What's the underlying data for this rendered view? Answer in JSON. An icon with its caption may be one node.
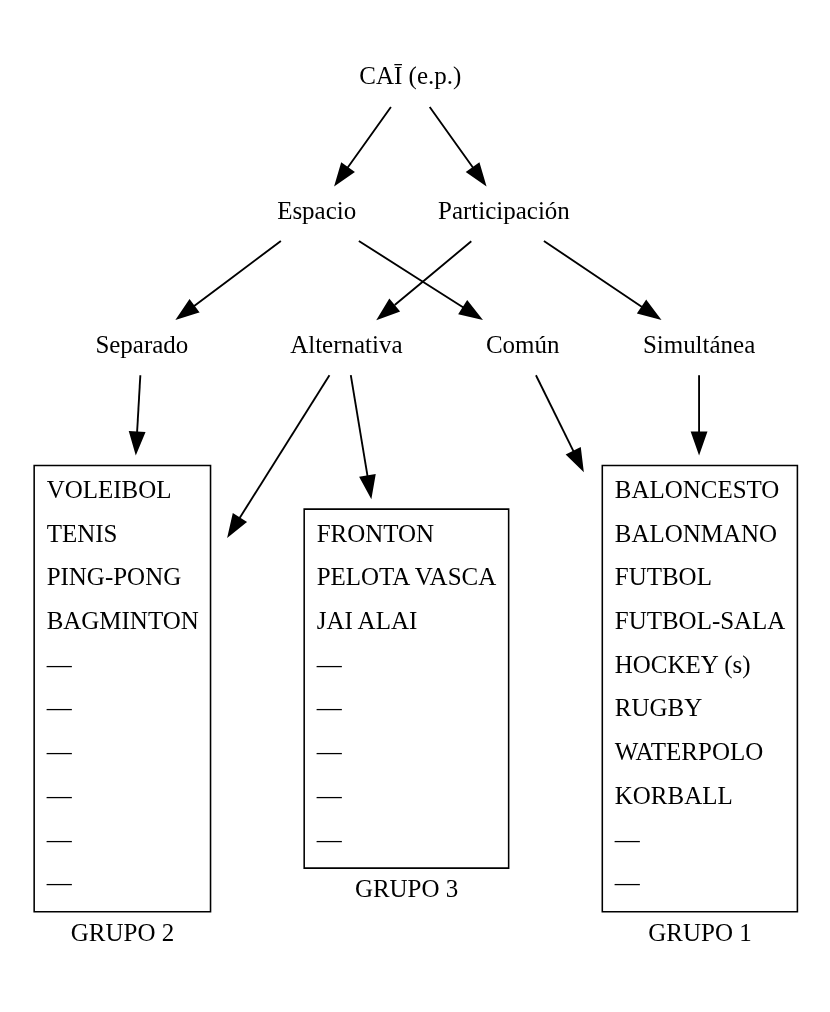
{
  "diagram": {
    "nodes": [
      {
        "text": [
          "CAĪ (e.p.)"
        ]
      },
      {
        "text": [
          "Espacio"
        ]
      },
      {
        "text": [
          "Participación"
        ]
      },
      {
        "text": [
          "Común"
        ]
      },
      {
        "text": [
          "Separado"
        ]
      },
      {
        "text": [
          "Simultánea"
        ]
      },
      {
        "text": [
          "Alternativa"
        ]
      },
      {
        "text": [
          "BALONCESTO",
          "BALONMANO",
          "FUTBOL",
          "FUTBOL-SALA",
          "HOCKEY (s)",
          "RUGBY",
          "WATERPOLO",
          "KORBALL",
          "—",
          "—"
        ],
        "beside": [
          "GRUPO 1"
        ]
      },
      {
        "text": [
          "VOLEIBOL",
          "TENIS",
          "PING-PONG",
          "BAGMINTON",
          "—",
          "—",
          "—",
          "—",
          "—",
          "—"
        ],
        "beside": [
          "GRUPO 2"
        ]
      },
      {
        "text": [
          "FRONTON",
          "PELOTA VASCA",
          "JAI ALAI",
          "—",
          "—",
          "—",
          "—",
          "—"
        ],
        "beside": [
          "GRUPO 3"
        ]
      }
    ],
    "edges": [
      {
        "from": 0,
        "to": 1,
        "arrow": "to"
      },
      {
        "from": 0,
        "to": 2,
        "arrow": "to"
      },
      {
        "from": 1,
        "to": 3,
        "arrow": "to"
      },
      {
        "from": 1,
        "to": 4,
        "arrow": "to"
      },
      {
        "from": 2,
        "to": 5,
        "arrow": "to"
      },
      {
        "from": 2,
        "to": 6,
        "arrow": "to"
      },
      {
        "from": 3,
        "to": 7,
        "arrow": "to"
      },
      {
        "from": 4,
        "to": 8,
        "arrow": "to"
      },
      {
        "from": 5,
        "to": 7,
        "arrow": "to"
      },
      {
        "from": 6,
        "to": 8,
        "arrow": "to"
      },
      {
        "from": 6,
        "to": 9,
        "arrow": "to"
      }
    ]
  }
}
